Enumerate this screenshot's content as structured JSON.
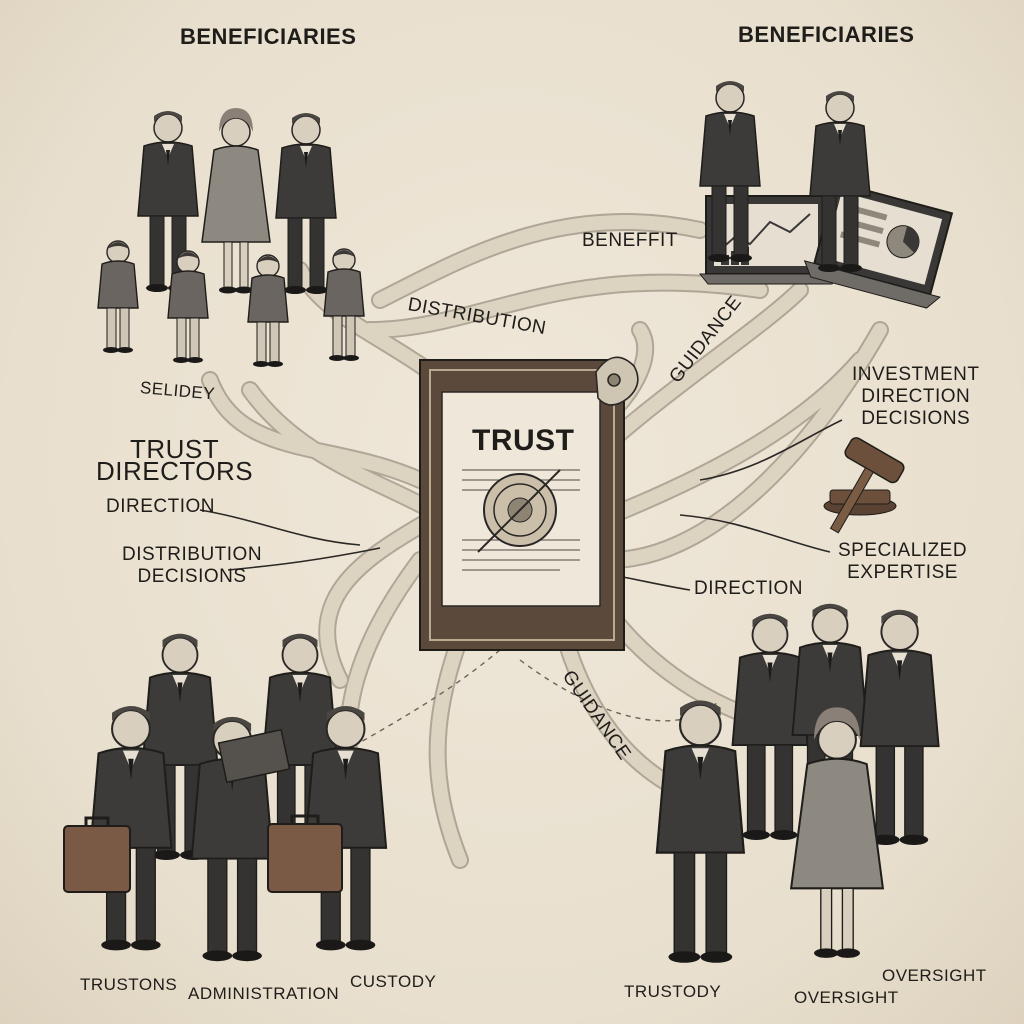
{
  "labels": {
    "beneficiaries_left": "BENEFICIARIES",
    "beneficiaries_right": "BENEFICIARIES",
    "benefit": "BENEFFIT",
    "distribution": "DISTRIBUTION",
    "guidance_top": "GUIDANCE",
    "selidey": "SELIDEY",
    "trust_directors": "TRUST\nDIRECTORS",
    "direction_left": "DIRECTION",
    "distribution_decisions": "DISTRIBUTION\nDECISIONS",
    "trust_title": "TRUST",
    "investment_decisions": "INVESTMENT\nDIRECTION\nDECISIONS",
    "specialized_expertise": "SPECIALIZED\nEXPERTISE",
    "direction_right": "DIRECTION",
    "guidance_bottom": "GUIDANCE",
    "trustons": "TRUSTONS",
    "administration": "ADMINISTRATION",
    "custody": "CUSTODY",
    "trustody": "TRUSTODY",
    "oversight_1": "OVERSIGHT",
    "oversight_2": "OVERSIGHT"
  },
  "icons": {
    "document": "trust-document-icon",
    "seal": "seal-emblem-icon",
    "gavel": "gavel-icon",
    "laptop": "laptop-icon",
    "briefcase": "briefcase-icon",
    "clipboard": "clipboard-icon"
  },
  "colors": {
    "paper": "#ebe2d2",
    "ink": "#1f1d1a",
    "ribbon": "#d8cdb9",
    "suit_dark": "#3a3a3a",
    "briefcase": "#7a5a45"
  }
}
